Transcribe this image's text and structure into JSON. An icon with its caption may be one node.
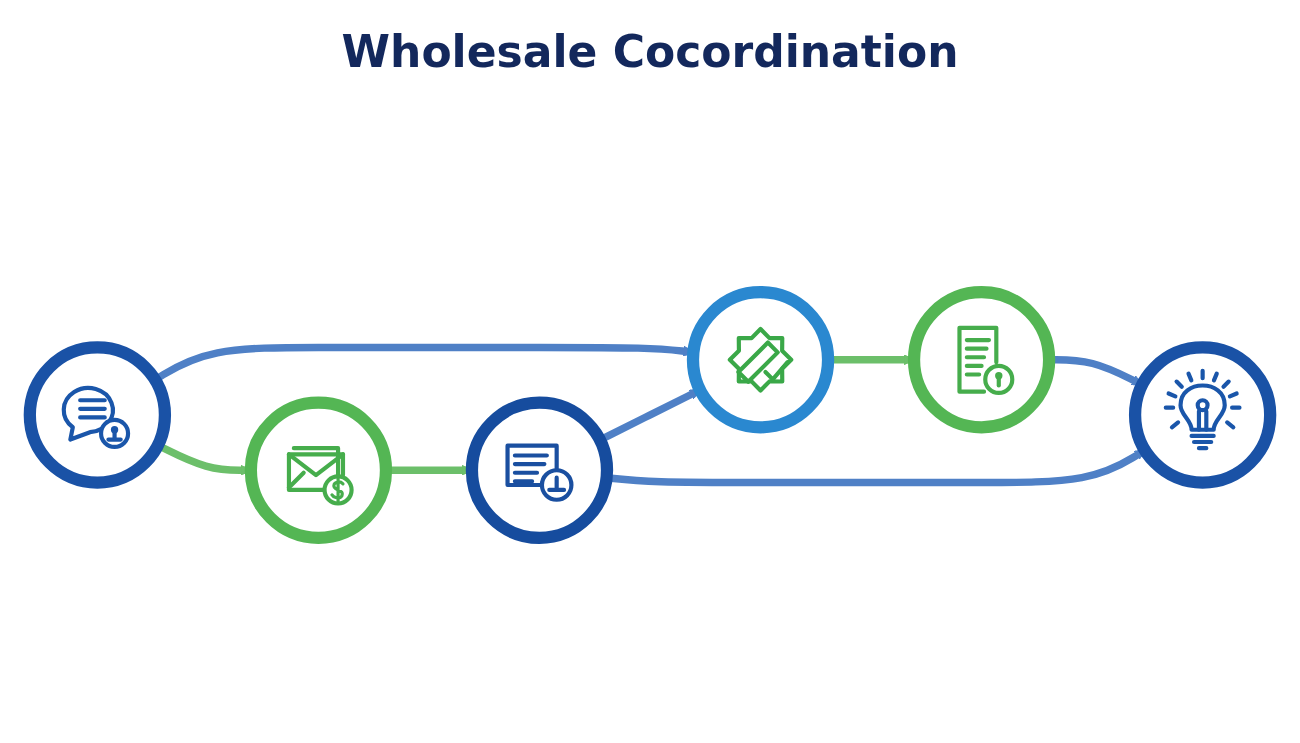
{
  "diagram": {
    "title": "Wholesale Cocordination",
    "nodes": [
      {
        "text": [],
        "shape": "circle"
      },
      {
        "text": [],
        "shape": "circle"
      },
      {
        "text": [],
        "shape": "circle"
      },
      {
        "text": [],
        "shape": "circle"
      },
      {
        "text": [],
        "shape": "circle"
      },
      {
        "text": [],
        "shape": "circle"
      }
    ],
    "edges": [
      {
        "from": 0,
        "to": 1,
        "arrow": "to"
      },
      {
        "from": 1,
        "to": 2,
        "arrow": "to",
        "color": "#6cbf6a"
      },
      {
        "from": 0,
        "to": 3,
        "arrow": "to",
        "color": "#6cbf6a"
      },
      {
        "from": 3,
        "to": 4,
        "arrow": "to",
        "color": "#6cbf6a"
      },
      {
        "from": 4,
        "to": 1,
        "arrow": "to"
      },
      {
        "from": 2,
        "to": 5,
        "arrow": "to"
      },
      {
        "from": 4,
        "to": 5,
        "arrow": "to"
      }
    ]
  }
}
